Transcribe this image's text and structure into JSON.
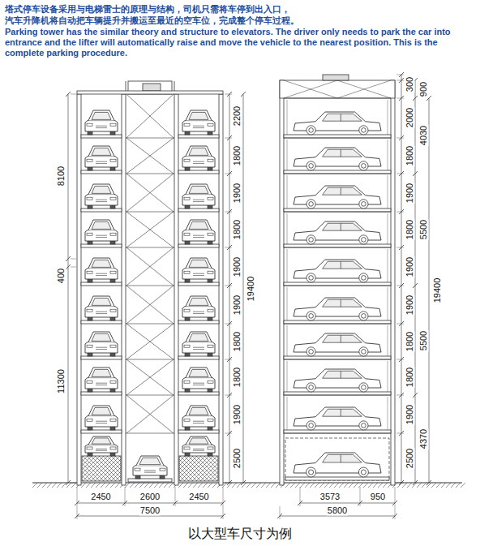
{
  "diagram": {
    "caption": "以大型车尺寸为例",
    "labels": [
      "塔式停车设备采用与电梯雷士的原理与结构，司机只需将车停到出入口，",
      "汽车升降机将自动把车辆提升并搬运至最近的空车位，完成整个停车过程。",
      "Parking tower has the similar theory and structure to elevators. The driver only needs to park the car into entrance and the lifter will automatically raise and move the vehicle to the nearest position. This is the complete parking procedure.",
      "2200",
      "1800",
      "1900",
      "1800",
      "1900",
      "1900",
      "1800",
      "1800",
      "1900",
      "2500",
      "8100",
      "400",
      "11300",
      "19400",
      "2450",
      "2600",
      "2450",
      "7500",
      "300",
      "900",
      "2000",
      "4030",
      "1800",
      "1900",
      "1800",
      "5500",
      "1900",
      "1900",
      "1800",
      "1800",
      "5500",
      "19400",
      "1900",
      "2500",
      "4370",
      "3573",
      "950",
      "5800"
    ]
  }
}
